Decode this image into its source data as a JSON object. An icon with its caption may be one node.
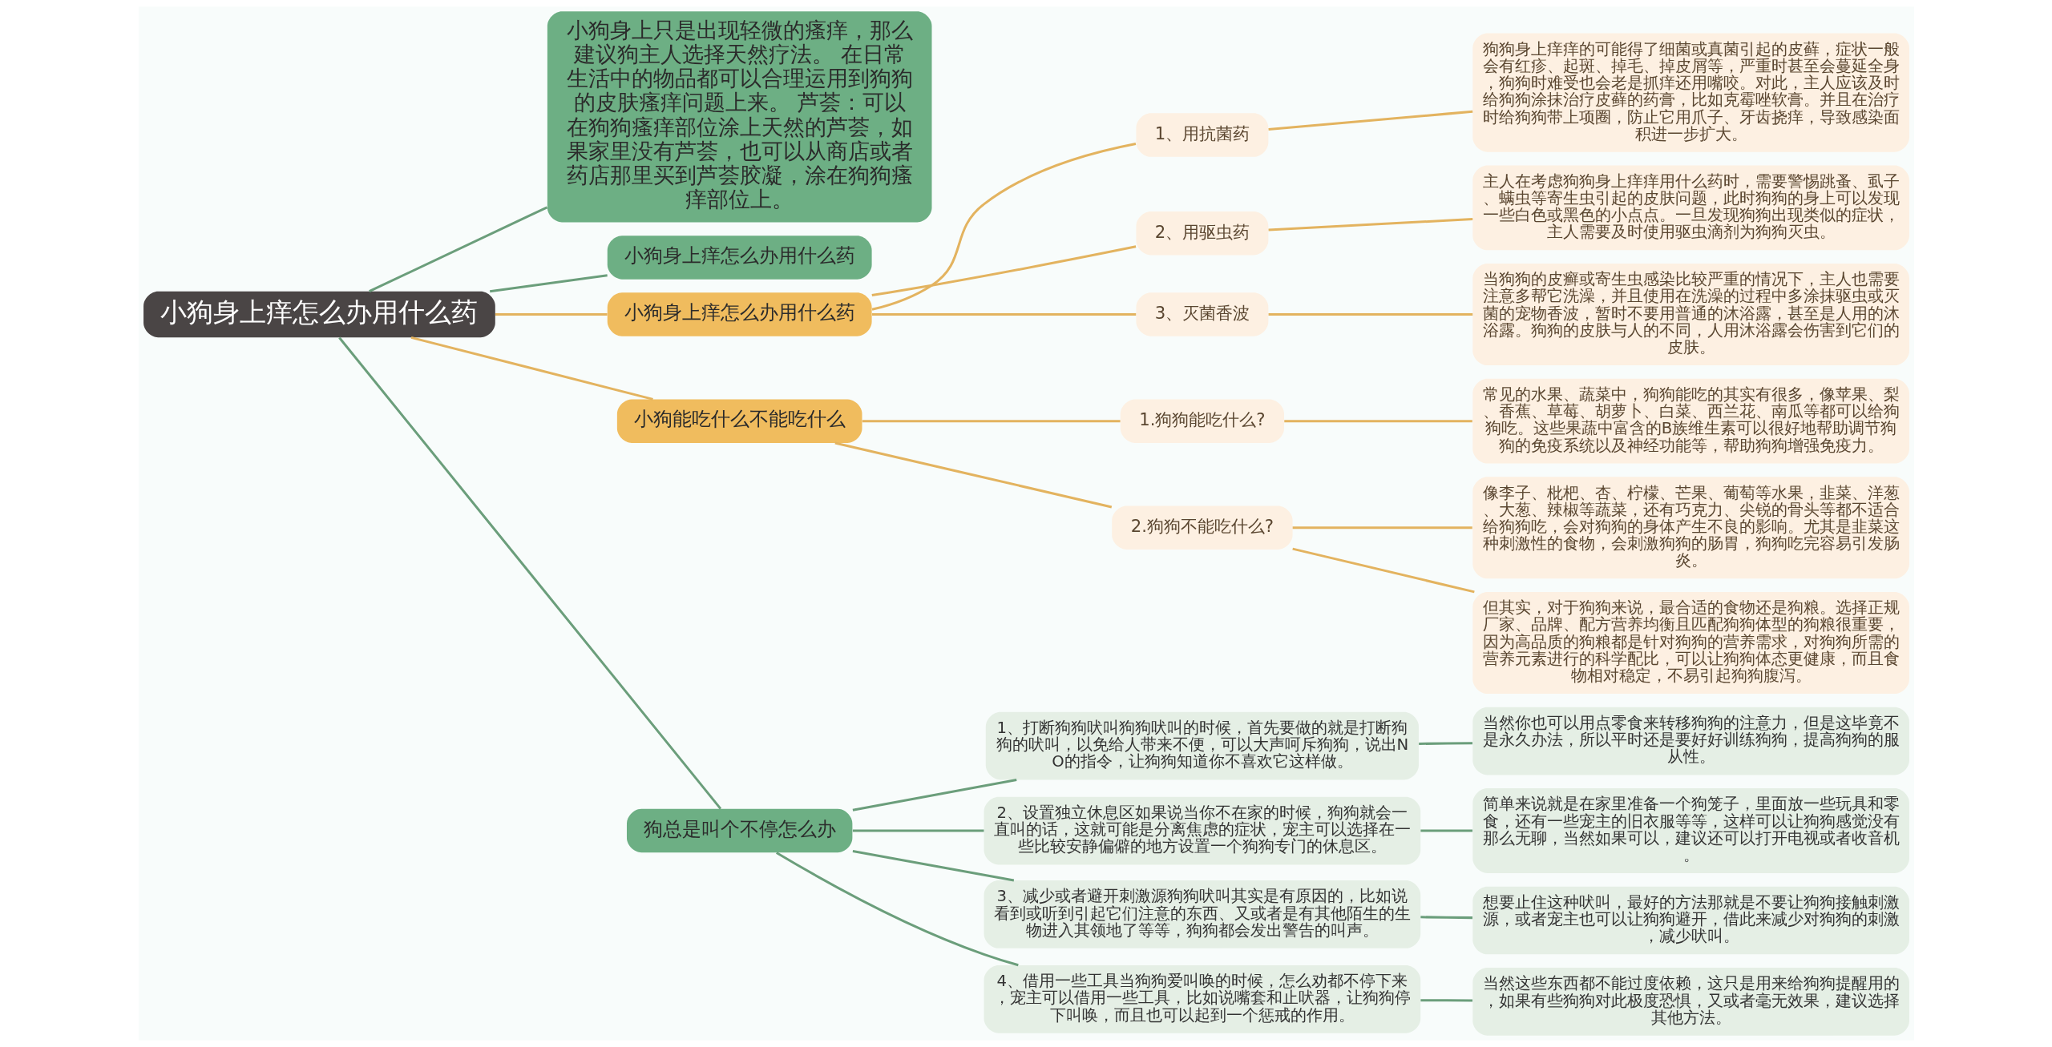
{
  "diagram": {
    "nodes": [
      {
        "text": [
          "小狗身上痒怎么办用什么药"
        ]
      },
      {
        "text": [
          "小狗身上只是出现轻微的瘙痒，那么建议狗主人选择天然疗法。 在日常生活中的物品都可以合理运用到狗狗的皮肤瘙痒问题上来。 芦荟：可以在狗狗瘙痒部位涂上天然的芦荟，如果家里没有芦荟，也可以从商店或者药店那里买到芦荟胶凝，涂在狗狗瘙痒部位上。"
        ]
      },
      {
        "text": [
          "小狗身上痒怎么办用什么药"
        ]
      },
      {
        "text": [
          "小狗身上痒怎么办用什么药"
        ]
      },
      {
        "text": [
          "1、用抗菌药"
        ]
      },
      {
        "text": [
          "狗狗身上痒痒的可能得了细菌或真菌引起的皮藓，症状一般会有红疹、起斑、掉毛、掉皮屑等，严重时甚至会蔓延全身，狗狗时难受也会老是抓痒还用嘴咬。对此，主人应该及时给狗狗涂抹治疗皮藓的药膏，比如克霉唑软膏。并且在治疗时给狗狗带上项圈，防止它用爪子、牙齿挠痒，导致感染面积进一步扩大。"
        ]
      },
      {
        "text": [
          "2、用驱虫药"
        ]
      },
      {
        "text": [
          "主人在考虑狗狗身上痒痒用什么药时，需要警惕跳蚤、虱子、螨虫等寄生虫引起的皮肤问题，此时狗狗的身上可以发现一些白色或黑色的小点点。一旦发现狗狗出现类似的症状，主人需要及时使用驱虫滴剂为狗狗灭虫。"
        ]
      },
      {
        "text": [
          "3、灭菌香波"
        ]
      },
      {
        "text": [
          "当狗狗的皮癣或寄生虫感染比较严重的情况下，主人也需要注意多帮它洗澡，并且使用在洗澡的过程中多涂抹驱虫或灭菌的宠物香波，暂时不要用普通的沐浴露，甚至是人用的沐浴露。狗狗的皮肤与人的不同，人用沐浴露会伤害到它们的皮肤。"
        ]
      },
      {
        "text": [
          "小狗能吃什么不能吃什么"
        ]
      },
      {
        "text": [
          "1.狗狗能吃什么?"
        ]
      },
      {
        "text": [
          "常见的水果、蔬菜中，狗狗能吃的其实有很多，像苹果、梨、香蕉、草莓、胡萝卜、白菜、西兰花、南瓜等都可以给狗狗吃。这些果蔬中富含的B族维生素可以很好地帮助调节狗狗的免疫系统以及神经功能等，帮助狗狗增强免疫力。"
        ]
      },
      {
        "text": [
          "2.狗狗不能吃什么?"
        ]
      },
      {
        "text": [
          "像李子、枇杷、杏、柠檬、芒果、葡萄等水果，韭菜、洋葱、大葱、辣椒等蔬菜，还有巧克力、尖锐的骨头等都不适合给狗狗吃，会对狗狗的身体产生不良的影响。尤其是韭菜这种刺激性的食物，会刺激狗狗的肠胃，狗狗吃完容易引发肠炎。"
        ]
      },
      {
        "text": [
          "但其实，对于狗狗来说，最合适的食物还是狗粮。选择正规厂家、品牌、配方营养均衡且匹配狗狗体型的狗粮很重要，因为高品质的狗粮都是针对狗狗的营养需求，对狗狗所需的营养元素进行的科学配比，可以让狗狗体态更健康，而且食物相对稳定，不易引起狗狗腹泻。"
        ]
      },
      {
        "text": [
          "狗总是叫个不停怎么办"
        ]
      },
      {
        "text": [
          "1、打断狗狗吠叫狗狗吠叫的时候，首先要做的就是打断狗狗的吠叫，以免给人带来不便，可以大声呵斥狗狗，说出NO的指令，让狗狗知道你不喜欢它这样做。"
        ]
      },
      {
        "text": [
          "当然你也可以用点零食来转移狗狗的注意力，但是这毕竟不是永久办法，所以平时还是要好好训练狗狗，提高狗狗的服从性。"
        ]
      },
      {
        "text": [
          "2、设置独立休息区如果说当你不在家的时候，狗狗就会一直叫的话，这就可能是分离焦虑的症状，宠主可以选择在一些比较安静偏僻的地方设置一个狗狗专门的休息区。"
        ]
      },
      {
        "text": [
          "简单来说就是在家里准备一个狗笼子，里面放一些玩具和零食，还有一些宠主的旧衣服等等，这样可以让狗狗感觉没有那么无聊，当然如果可以，建议还可以打开电视或者收音机。"
        ]
      },
      {
        "text": [
          "3、减少或者避开刺激源狗狗吠叫其实是有原因的，比如说看到或听到引起它们注意的东西、又或者是有其他陌生的生物进入其领地了等等，狗狗都会发出警告的叫声。"
        ]
      },
      {
        "text": [
          "想要止住这种吠叫，最好的方法那就是不要让狗狗接触刺激源，或者宠主也可以让狗狗避开，借此来减少对狗狗的刺激，减少吠叫。"
        ]
      },
      {
        "text": [
          "4、借用一些工具当狗狗爱叫唤的时候，怎么劝都不停下来，宠主可以借用一些工具，比如说嘴套和止吠器，让狗狗停下叫唤，而且也可以起到一个惩戒的作用。"
        ]
      },
      {
        "text": [
          "当然这些东西都不能过度依赖，这只是用来给狗狗提醒用的，如果有些狗狗对此极度恐惧，又或者毫无效果，建议选择其他方法。"
        ]
      }
    ],
    "edges": [
      {
        "from": 0,
        "to": 1,
        "arrow": "none",
        "color": "#6b9e7b"
      },
      {
        "from": 0,
        "to": 2,
        "arrow": "none",
        "color": "#6b9e7b"
      },
      {
        "from": 0,
        "to": 3,
        "arrow": "none"
      },
      {
        "from": 3,
        "to": 4,
        "arrow": "none"
      },
      {
        "from": 4,
        "to": 5,
        "arrow": "none"
      },
      {
        "from": 3,
        "to": 6,
        "arrow": "none"
      },
      {
        "from": 6,
        "to": 7,
        "arrow": "none"
      },
      {
        "from": 3,
        "to": 8,
        "arrow": "none"
      },
      {
        "from": 8,
        "to": 9,
        "arrow": "none"
      },
      {
        "from": 0,
        "to": 10,
        "arrow": "none"
      },
      {
        "from": 10,
        "to": 11,
        "arrow": "none"
      },
      {
        "from": 11,
        "to": 12,
        "arrow": "none"
      },
      {
        "from": 10,
        "to": 13,
        "arrow": "none"
      },
      {
        "from": 13,
        "to": 14,
        "arrow": "none"
      },
      {
        "from": 13,
        "to": 15,
        "arrow": "none"
      },
      {
        "from": 0,
        "to": 16,
        "arrow": "none",
        "color": "#6b9e7b"
      },
      {
        "from": 16,
        "to": 17,
        "arrow": "none",
        "color": "#6b9e7b"
      },
      {
        "from": 17,
        "to": 18,
        "arrow": "none",
        "color": "#6b9e7b"
      },
      {
        "from": 16,
        "to": 19,
        "arrow": "none",
        "color": "#6b9e7b"
      },
      {
        "from": 19,
        "to": 20,
        "arrow": "none",
        "color": "#6b9e7b"
      },
      {
        "from": 16,
        "to": 21,
        "arrow": "none",
        "color": "#6b9e7b"
      },
      {
        "from": 21,
        "to": 22,
        "arrow": "none",
        "color": "#6b9e7b"
      },
      {
        "from": 16,
        "to": 23,
        "arrow": "none",
        "color": "#6b9e7b"
      },
      {
        "from": 23,
        "to": 24,
        "arrow": "none",
        "color": "#6b9e7b"
      }
    ]
  }
}
